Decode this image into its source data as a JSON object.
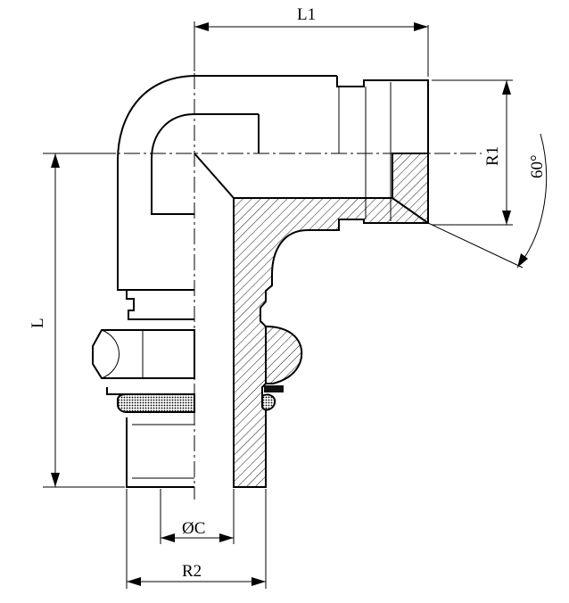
{
  "labels": {
    "l1": "L1",
    "r1": "R1",
    "angle": "60°",
    "l": "L",
    "oc": "ØC",
    "r2": "R2"
  }
}
